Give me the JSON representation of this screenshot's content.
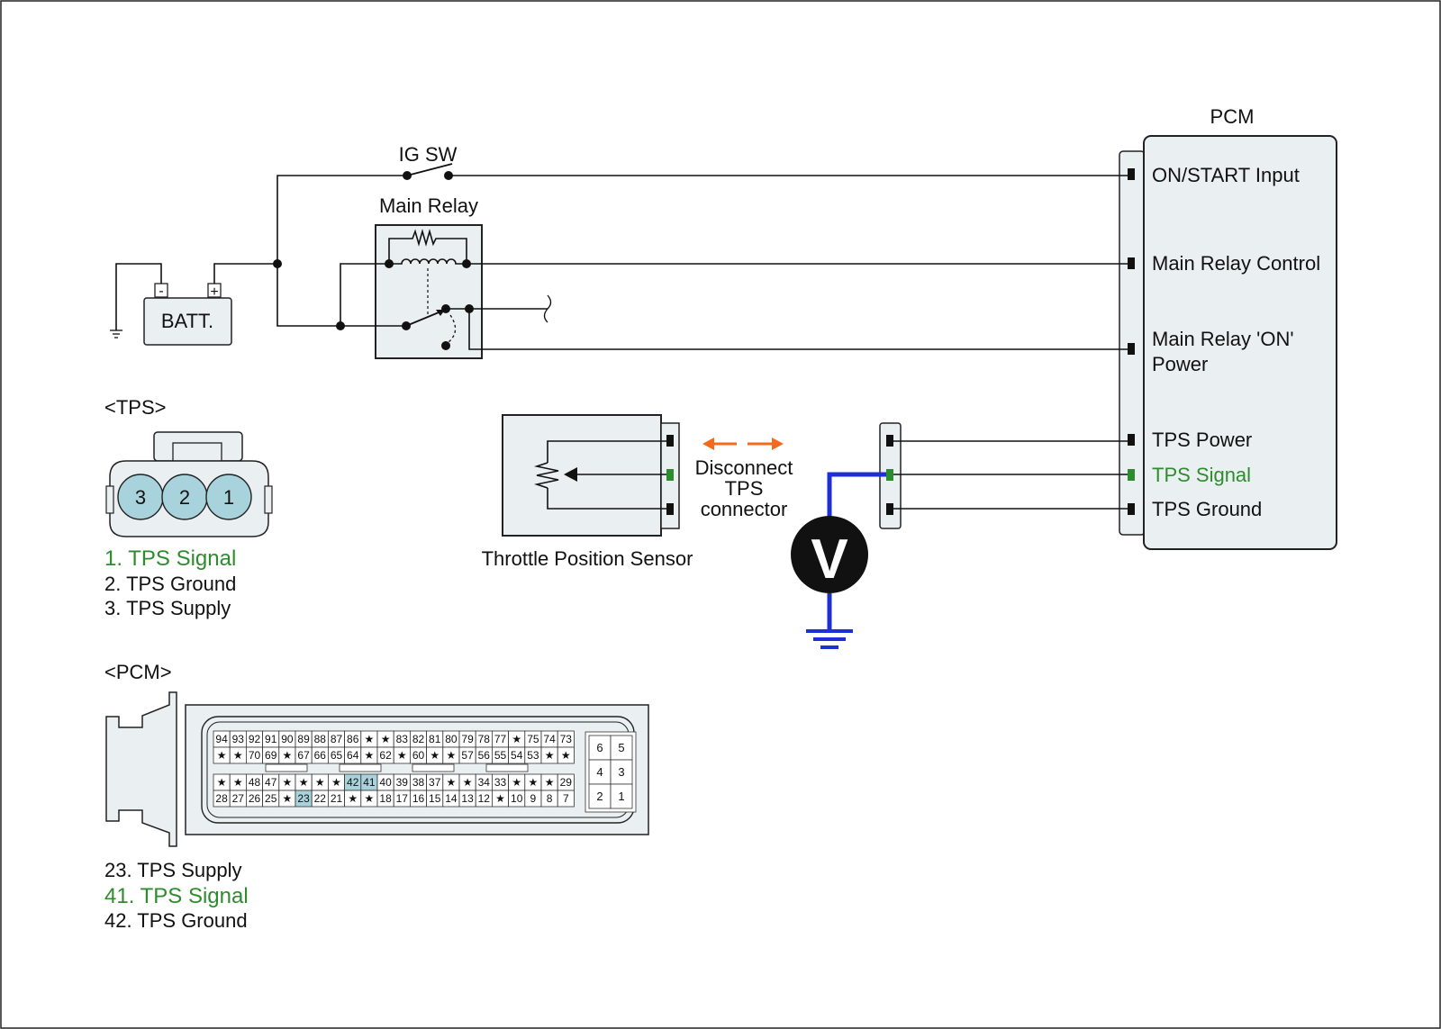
{
  "labels": {
    "ig_sw": "IG SW",
    "main_relay": "Main Relay",
    "batt": "BATT.",
    "batt_minus": "-",
    "batt_plus": "+",
    "pcm_title": "PCM",
    "pcm_on_start": "ON/START Input",
    "pcm_main_relay_control": "Main Relay Control",
    "pcm_main_relay_on_1": "Main Relay 'ON'",
    "pcm_main_relay_on_2": "Power",
    "pcm_tps_power": "TPS Power",
    "pcm_tps_signal": "TPS Signal",
    "pcm_tps_ground": "TPS Ground",
    "sensor_name": "Throttle Position Sensor",
    "disconnect_1": "Disconnect",
    "disconnect_2": "TPS",
    "disconnect_3": "connector",
    "voltmeter": "V"
  },
  "tps_connector": {
    "heading": "<TPS>",
    "pins": [
      "3",
      "2",
      "1"
    ],
    "legend": [
      "1. TPS Signal",
      "2. TPS Ground",
      "3. TPS Supply"
    ]
  },
  "pcm_connector": {
    "heading": "<PCM>",
    "row1": [
      "94",
      "93",
      "92",
      "91",
      "90",
      "89",
      "88",
      "87",
      "86",
      "★",
      "★",
      "83",
      "82",
      "81",
      "80",
      "79",
      "78",
      "77",
      "★",
      "75",
      "74",
      "73"
    ],
    "row2": [
      "★",
      "★",
      "70",
      "69",
      "★",
      "67",
      "66",
      "65",
      "64",
      "★",
      "62",
      "★",
      "60",
      "★",
      "★",
      "57",
      "56",
      "55",
      "54",
      "53",
      "★",
      "★"
    ],
    "row3": [
      "★",
      "★",
      "48",
      "47",
      "★",
      "★",
      "★",
      "★",
      "42",
      "41",
      "40",
      "39",
      "38",
      "37",
      "★",
      "★",
      "34",
      "33",
      "★",
      "★",
      "★",
      "29"
    ],
    "row4": [
      "28",
      "27",
      "26",
      "25",
      "★",
      "23",
      "22",
      "21",
      "★",
      "★",
      "18",
      "17",
      "16",
      "15",
      "14",
      "13",
      "12",
      "★",
      "10",
      "9",
      "8",
      "7"
    ],
    "small_block": [
      [
        "6",
        "5"
      ],
      [
        "4",
        "3"
      ],
      [
        "2",
        "1"
      ]
    ],
    "legend": [
      "23. TPS Supply",
      "41. TPS Signal",
      "42. TPS Ground"
    ]
  },
  "colors": {
    "wire": "#111111",
    "signal_green": "#2e8b2e",
    "meter_lead_blue": "#1f2fd6",
    "arrow_orange": "#f26a1b",
    "component_fill": "#eaf0f1",
    "pin_highlight": "#a9d3dc"
  }
}
